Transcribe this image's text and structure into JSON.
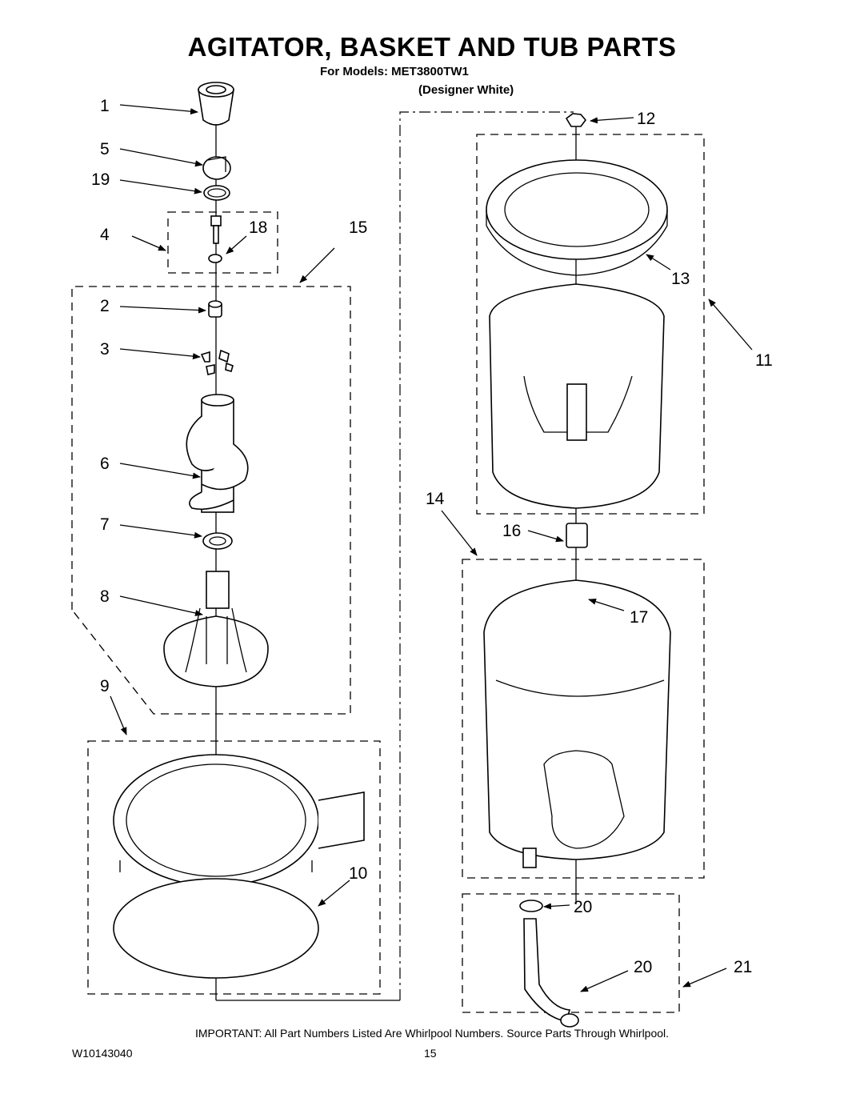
{
  "header": {
    "title": "AGITATOR, BASKET AND TUB PARTS",
    "models_line": "For Models: MET3800TW1",
    "color_line": "(Designer White)"
  },
  "callouts": [
    "1",
    "5",
    "19",
    "4",
    "18",
    "15",
    "2",
    "3",
    "6",
    "7",
    "8",
    "9",
    "10",
    "12",
    "13",
    "11",
    "14",
    "16",
    "17",
    "20",
    "20",
    "21"
  ],
  "footer": {
    "note": "IMPORTANT: All Part Numbers Listed Are Whirlpool Numbers. Source Parts Through Whirlpool.",
    "document_number": "W10143040",
    "page_number": "15"
  }
}
